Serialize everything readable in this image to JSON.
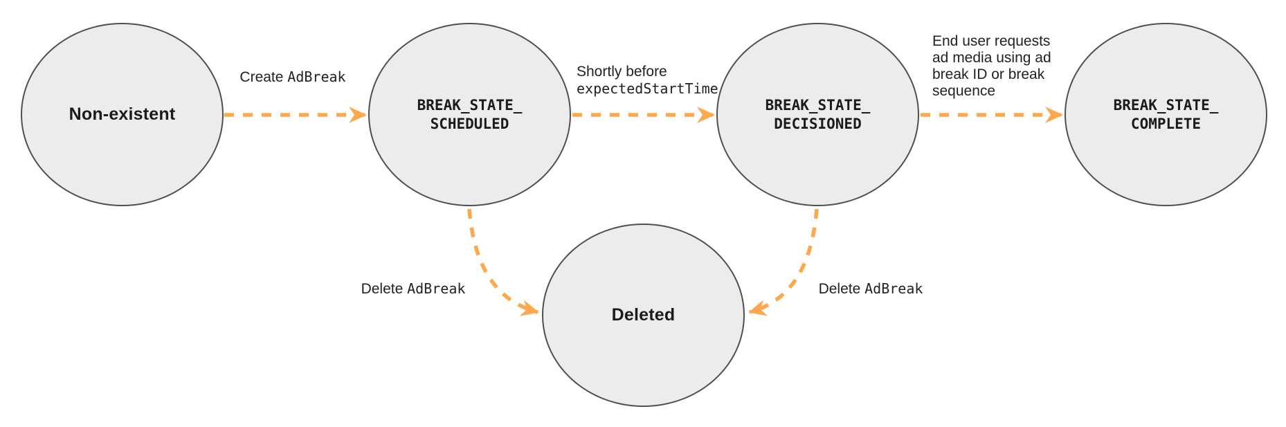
{
  "diagram": {
    "colors": {
      "arrow": "#FBA94C",
      "node_fill": "#ECECEC",
      "node_border": "#4F4F4F",
      "text": "#202124"
    },
    "nodes": {
      "non_existent": {
        "label": "Non-existent"
      },
      "scheduled": {
        "line1": "BREAK_STATE_",
        "line2": "SCHEDULED"
      },
      "decisioned": {
        "line1": "BREAK_STATE_",
        "line2": "DECISIONED"
      },
      "complete": {
        "line1": "BREAK_STATE_",
        "line2": "COMPLETE"
      },
      "deleted": {
        "label": "Deleted"
      }
    },
    "edges": {
      "create": {
        "plain": "Create",
        "code": "AdBreak"
      },
      "shortly_before": {
        "plain": "Shortly before",
        "code": "expectedStartTime"
      },
      "end_user": {
        "line1": "End user requests",
        "line2": "ad media using ad",
        "line3": "break ID or break",
        "line4": "sequence"
      },
      "delete_left": {
        "plain": "Delete",
        "code": "AdBreak"
      },
      "delete_right": {
        "plain": "Delete",
        "code": "AdBreak"
      }
    }
  }
}
